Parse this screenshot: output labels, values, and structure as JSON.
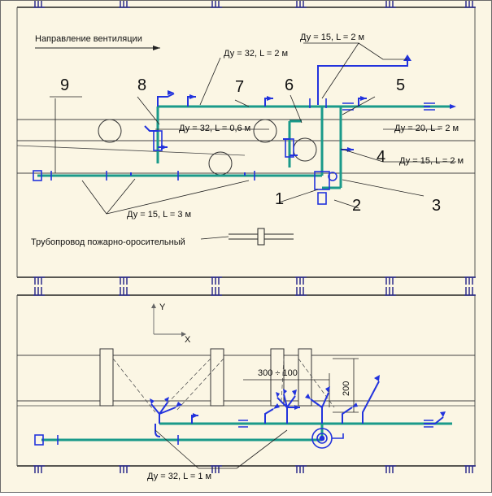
{
  "top_view": {
    "ventilation_label": "Направление вентиляции",
    "fire_pipe_label": "Трубопровод пожарно-оросительный",
    "callouts": [
      {
        "id": "c1",
        "text": "1"
      },
      {
        "id": "c2",
        "text": "2"
      },
      {
        "id": "c3",
        "text": "3"
      },
      {
        "id": "c4",
        "text": "4"
      },
      {
        "id": "c5",
        "text": "5"
      },
      {
        "id": "c6",
        "text": "6"
      },
      {
        "id": "c7",
        "text": "7"
      },
      {
        "id": "c8",
        "text": "8"
      },
      {
        "id": "c9",
        "text": "9"
      }
    ],
    "pipe_labels": {
      "du15_L2_top": "Ду = 15, L = 2 м",
      "du32_L2": "Ду = 32, L = 2 м",
      "du32_L06": "Ду = 32, L = 0,6 м",
      "du20_L2": "Ду = 20, L = 2 м",
      "du15_L2_right": "Ду = 15, L = 2 м",
      "du15_L3": "Ду = 15, L = 3 м"
    }
  },
  "bottom_view": {
    "axis_y": "Y",
    "axis_x": "X",
    "dim_spacing": "300 ÷ 100",
    "dim_height": "200",
    "pipe_label": "Ду = 32, L = 1 м"
  },
  "colors": {
    "pipe": "#1a9a8a",
    "nozzle": "#2233dd",
    "line": "#222222",
    "hatch": "#2c2c8c",
    "background": "#fbf6e4"
  }
}
